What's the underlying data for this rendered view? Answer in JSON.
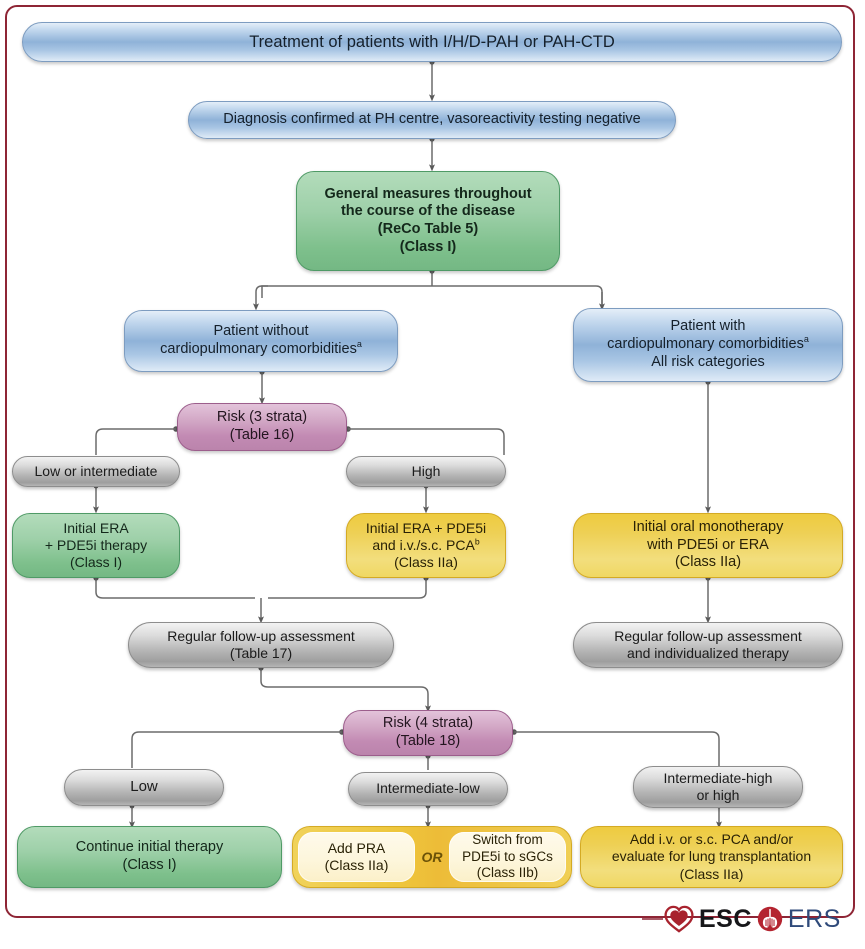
{
  "diagram": {
    "title": "Treatment of patients with I/H/D-PAH or PAH-CTD",
    "frame_color": "#8e2535"
  },
  "nodes": {
    "title_bar": {
      "label": "Treatment of patients with I/H/D-PAH or PAH-CTD"
    },
    "diagnosis": {
      "label": "Diagnosis confirmed at PH centre, vasoreactivity testing negative"
    },
    "general_measures": {
      "line1": "General measures throughout",
      "line2": "the course of the disease",
      "line3": "(ReCo Table 5)",
      "line4": "(Class I)"
    },
    "patient_without": {
      "line1": "Patient without",
      "line2": "cardiopulmonary comorbidities",
      "sup": "a"
    },
    "patient_with": {
      "line1": "Patient with",
      "line2": "cardiopulmonary comorbidities",
      "sup": "a",
      "line3": "All risk categories"
    },
    "risk3": {
      "line1": "Risk (3 strata)",
      "line2": "(Table 16)"
    },
    "risk4": {
      "line1": "Risk (4 strata)",
      "line2": "(Table 18)"
    },
    "low_or_intermediate": {
      "label": "Low or intermediate"
    },
    "high": {
      "label": "High"
    },
    "initial_era_pde5i": {
      "line1": "Initial ERA",
      "line2": "+ PDE5i therapy",
      "line3": "(Class I)"
    },
    "initial_era_pde5i_pca": {
      "line1": "Initial ERA + PDE5i",
      "line2": "and i.v./s.c. PCA",
      "sup": "b",
      "line3": "(Class IIa)"
    },
    "initial_oral_mono": {
      "line1": "Initial oral monotherapy",
      "line2": "with PDE5i or ERA",
      "line3": "(Class IIa)"
    },
    "followup_left": {
      "line1": "Regular follow-up assessment",
      "line2": "(Table 17)"
    },
    "followup_right": {
      "line1": "Regular follow-up assessment",
      "line2": "and individualized therapy"
    },
    "low": {
      "label": "Low"
    },
    "intermediate_low": {
      "label": "Intermediate-low"
    },
    "intermediate_high_or_high": {
      "line1": "Intermediate-high",
      "line2": "or high"
    },
    "continue_initial": {
      "line1": "Continue initial therapy",
      "line2": "(Class I)"
    },
    "add_pra": {
      "line1": "Add PRA",
      "line2": "(Class IIa)"
    },
    "or_separator": {
      "label": "OR"
    },
    "switch_sgcs": {
      "line1": "Switch from",
      "line2": "PDE5i to sGCs",
      "line3": "(Class IIb)"
    },
    "add_pca_transplant": {
      "line1": "Add i.v. or s.c. PCA and/or",
      "line2": "evaluate for lung transplantation",
      "line3": "(Class IIa)"
    }
  },
  "logo": {
    "esc": "ESC",
    "ers": "ERS",
    "heart_color": "#a8232e",
    "lung_color": "#b42430",
    "ers_text_color": "#2f4a7a"
  }
}
